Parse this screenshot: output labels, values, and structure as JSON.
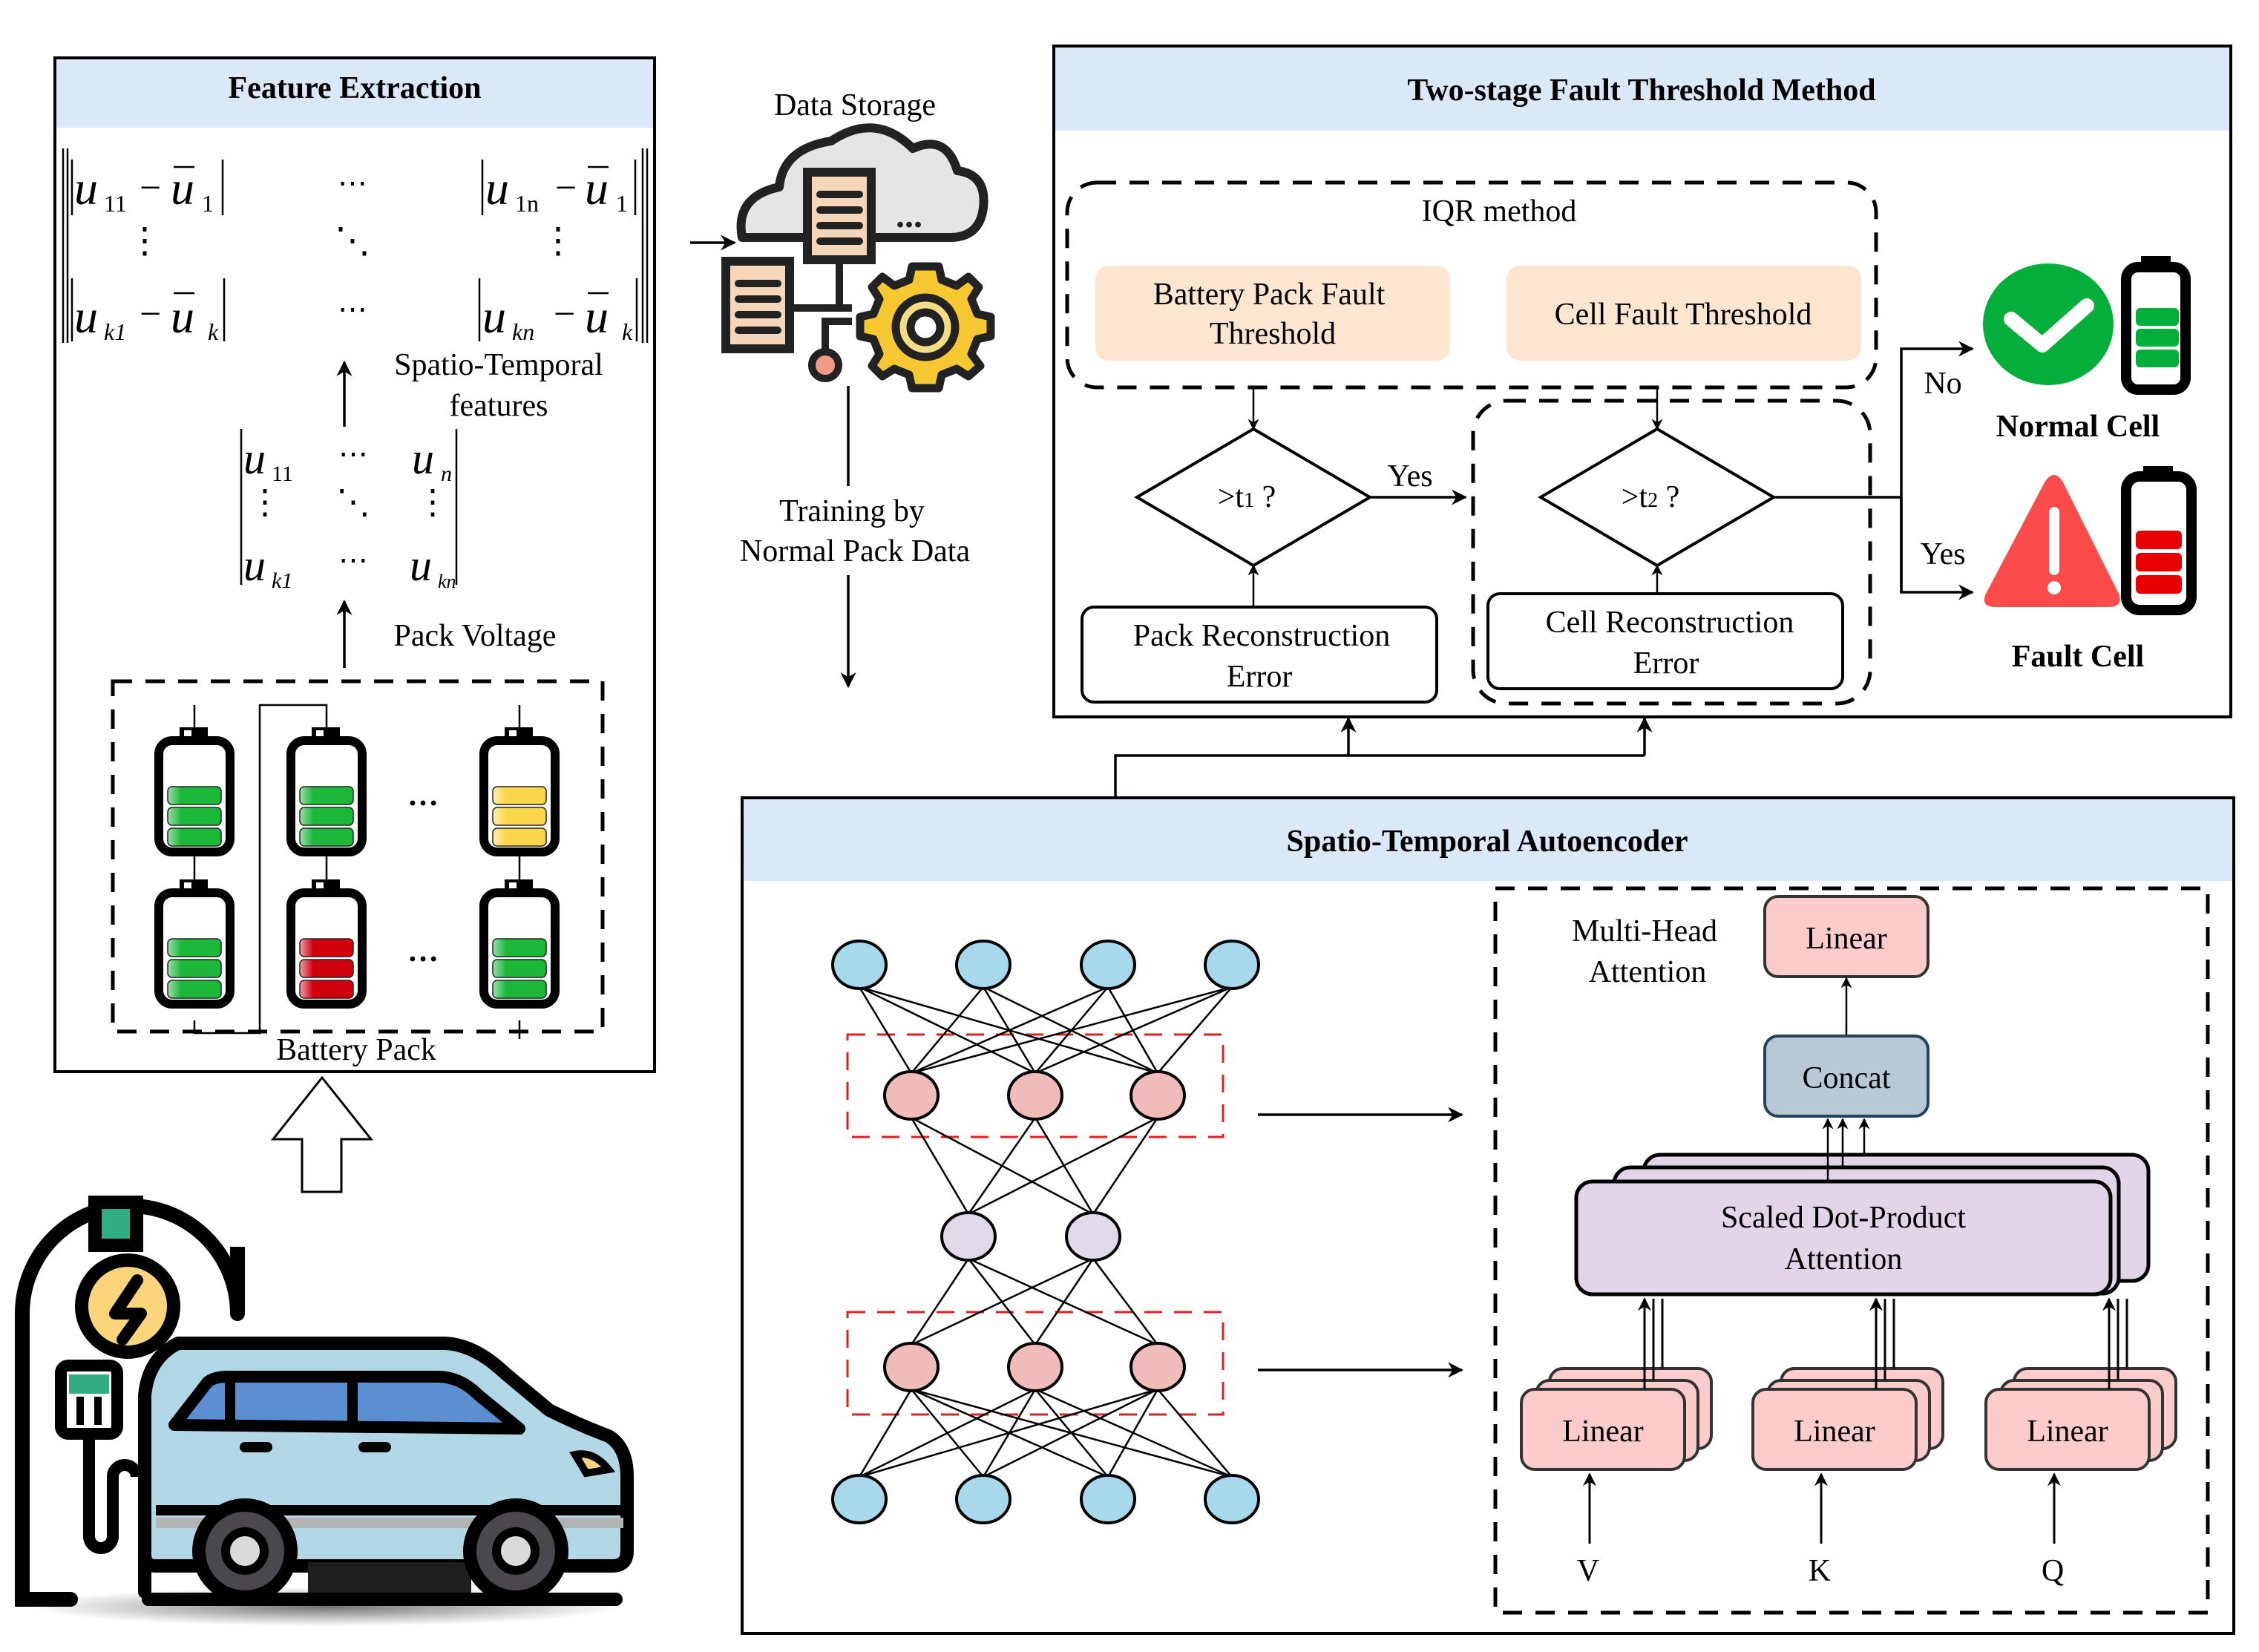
{
  "colors": {
    "header_bg": "#dae8f8",
    "threshold_box": "#fde6d0",
    "linear_box": "#fccccc",
    "concat_box": "#b8c8d4",
    "attention_box": "#e1d5e7",
    "input_node": "#a8d8ec",
    "hidden_node": "#efbcb9",
    "latent_node": "#e0dae8",
    "battery_green": "#1cb83a",
    "battery_yellow": "#fbd54a",
    "battery_red": "#d0000c",
    "check_green": "#04ae3a",
    "warning_red": "#fb4b4b"
  },
  "feature_extraction": {
    "title": "Feature Extraction",
    "deviation_matrix": {
      "top_left": {
        "u": "u",
        "sub": "11",
        "minus": "−",
        "bar": "u",
        "bar_sub": "1"
      },
      "top_right": {
        "u": "u",
        "sub": "1n",
        "minus": "−",
        "bar": "u",
        "bar_sub": "1"
      },
      "bottom_left": {
        "u": "u",
        "sub": "k1",
        "minus": "−",
        "bar": "u",
        "bar_sub": "k"
      },
      "bottom_right": {
        "u": "u",
        "sub": "kn",
        "minus": "−",
        "bar": "u",
        "bar_sub": "k"
      },
      "hdots": "⋯",
      "vdots": "⋮",
      "ddots": "⋱"
    },
    "spatio_label_line1": "Spatio-Temporal",
    "spatio_label_line2": "features",
    "voltage_matrix": {
      "top_left": {
        "u": "u",
        "sub": "11"
      },
      "top_right": {
        "u": "u",
        "sub": "n"
      },
      "bottom_left": {
        "u": "u",
        "sub": "k1"
      },
      "bottom_right": {
        "u": "u",
        "sub": "kn"
      }
    },
    "pack_voltage_label": "Pack Voltage",
    "battery_pack_label": "Battery Pack",
    "pack_dots": "…",
    "cells": [
      {
        "row": 1,
        "col": 1,
        "state": "green"
      },
      {
        "row": 1,
        "col": 2,
        "state": "green"
      },
      {
        "row": 1,
        "col": 3,
        "state": "yellow"
      },
      {
        "row": 2,
        "col": 1,
        "state": "green"
      },
      {
        "row": 2,
        "col": 2,
        "state": "red"
      },
      {
        "row": 2,
        "col": 3,
        "state": "green"
      }
    ]
  },
  "data_storage": {
    "title": "Data Storage",
    "dots": "...",
    "training_line1": "Training by",
    "training_line2": "Normal Pack Data"
  },
  "threshold_method": {
    "title": "Two-stage Fault Threshold Method",
    "iqr_label": "IQR method",
    "pack_threshold_line1": "Battery Pack Fault",
    "pack_threshold_line2": "Threshold",
    "cell_threshold": "Cell Fault Threshold",
    "decision1": {
      "prefix": ">t",
      "sub": "1",
      "suffix": " ?"
    },
    "decision2": {
      "prefix": ">t",
      "sub": "2",
      "suffix": " ?"
    },
    "yes1": "Yes",
    "no_label": "No",
    "yes2": "Yes",
    "pack_error_line1": "Pack Reconstruction",
    "pack_error_line2": "Error",
    "cell_error_line1": "Cell Reconstruction",
    "cell_error_line2": "Error",
    "normal_cell": "Normal Cell",
    "fault_cell": "Fault Cell"
  },
  "autoencoder": {
    "title": "Spatio-Temporal Autoencoder",
    "layers": [
      4,
      3,
      2,
      3,
      4
    ],
    "mha_label_line1": "Multi-Head",
    "mha_label_line2": "Attention",
    "linear_top": "Linear",
    "concat": "Concat",
    "sdpa_line1": "Scaled Dot-Product",
    "sdpa_line2": "Attention",
    "linear_inputs": [
      "Linear",
      "Linear",
      "Linear"
    ],
    "inputs": [
      "V",
      "K",
      "Q"
    ]
  }
}
